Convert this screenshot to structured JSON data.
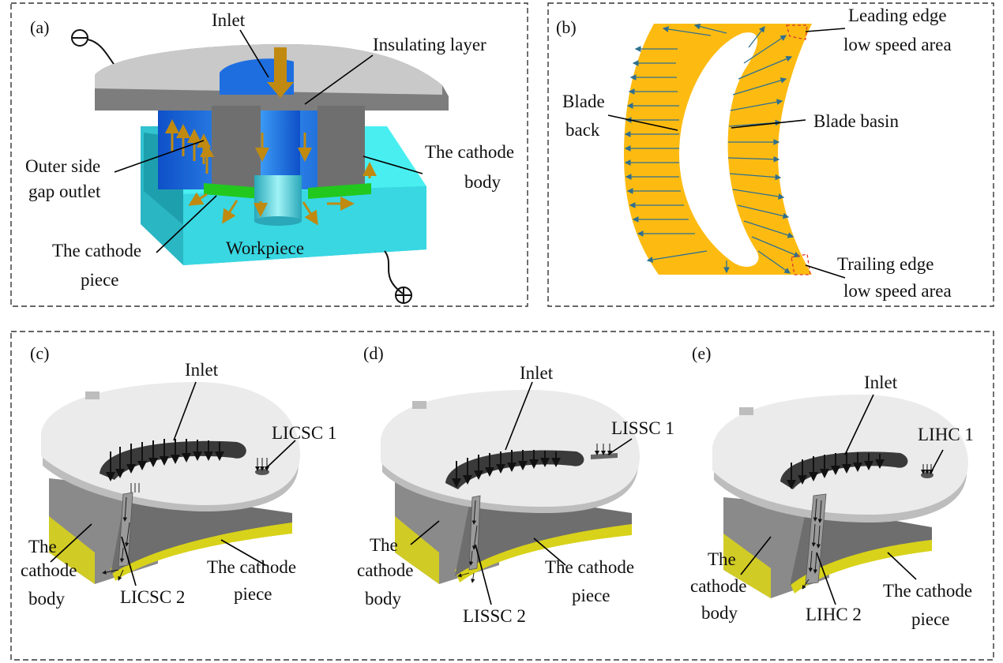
{
  "panel_a": {
    "tag": "(a)",
    "inlet": "Inlet",
    "insulating_layer": "Insulating layer",
    "outer_side_gap_outlet": [
      "Outer side",
      "gap outlet"
    ],
    "cathode_body": [
      "The cathode",
      "body"
    ],
    "cathode_piece": [
      "The cathode",
      "piece"
    ],
    "workpiece": "Workpiece"
  },
  "panel_b": {
    "tag": "(b)",
    "leading_edge": [
      "Leading edge",
      "low speed area"
    ],
    "blade_back": [
      "Blade",
      "back"
    ],
    "blade_basin": "Blade basin",
    "trailing_edge": [
      "Trailing edge",
      "low speed area"
    ]
  },
  "panel_c": {
    "tag": "(c)",
    "inlet": "Inlet",
    "channel_1": "LICSC 1",
    "channel_2": "LICSC 2",
    "cathode_body": [
      "The",
      "cathode",
      "body"
    ],
    "cathode_piece": [
      "The cathode",
      "piece"
    ]
  },
  "panel_d": {
    "tag": "(d)",
    "inlet": "Inlet",
    "channel_1": "LISSC 1",
    "channel_2": "LISSC 2",
    "cathode_body": [
      "The",
      "cathode",
      "body"
    ],
    "cathode_piece": [
      "The cathode",
      "piece"
    ]
  },
  "panel_e": {
    "tag": "(e)",
    "inlet": "Inlet",
    "channel_1": "LIHC 1",
    "channel_2": "LIHC 2",
    "cathode_body": [
      "The",
      "cathode",
      "body"
    ],
    "cathode_piece": [
      "The cathode",
      "piece"
    ]
  },
  "colors": {
    "gray_top": "#c8c8c8",
    "gray_side": "#7a7a7a",
    "blue": "#1e73e8",
    "cyan": "#3ee8ea",
    "green": "#22c81e",
    "arrow_gold": "#c08a10",
    "orange_blade": "#fdbb12",
    "blade_arrow": "#2f6f8f",
    "yellow_piece": "#d8d21a"
  }
}
